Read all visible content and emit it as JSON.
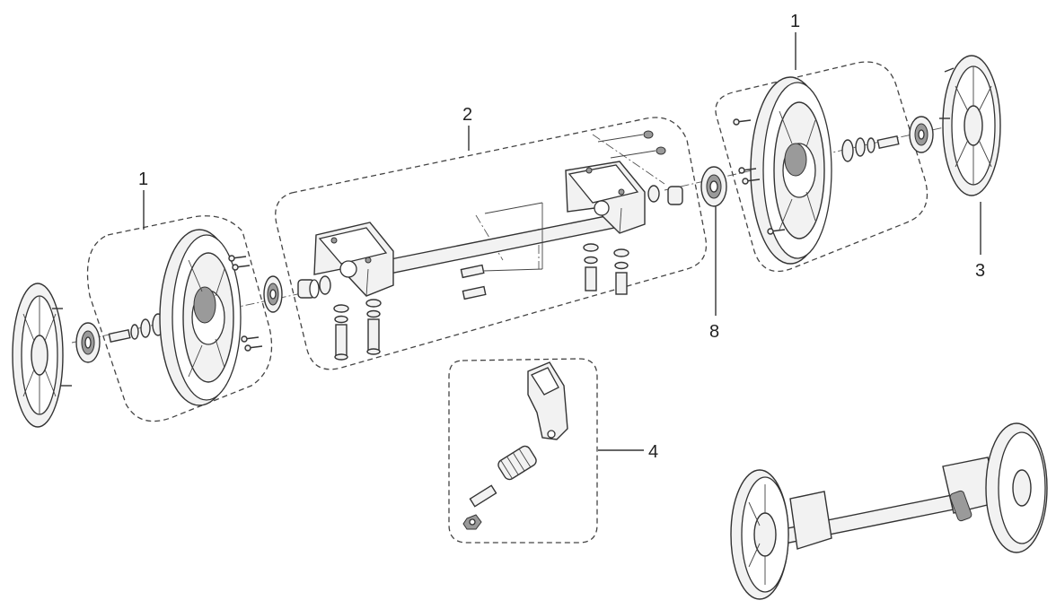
{
  "callouts": {
    "wheel_left": "1",
    "axle_assembly": "2",
    "wheel_right": "1",
    "hub_cap": "3",
    "brake_assembly": "4",
    "bearing": "8"
  }
}
